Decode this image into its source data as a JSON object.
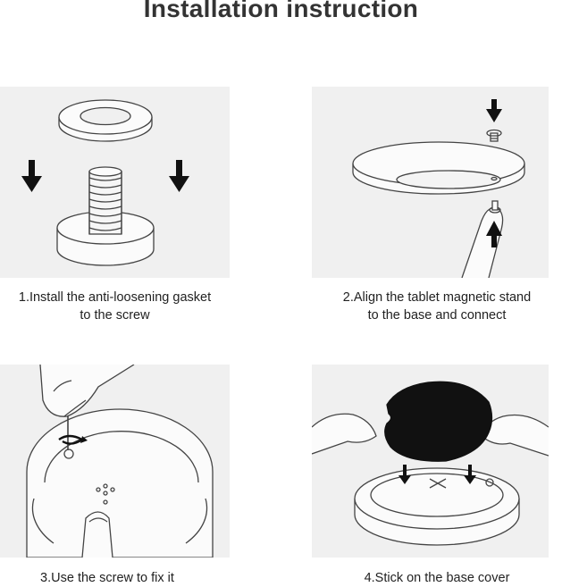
{
  "title": "Installation instruction",
  "steps": [
    {
      "line1": "1.Install the anti-loosening gasket",
      "line2": "to the screw"
    },
    {
      "line1": "2.Align the tablet magnetic stand",
      "line2": "to the base and connect"
    },
    {
      "line1": "3.Use the screw to fix it",
      "line2": ""
    },
    {
      "line1": "4.Stick on the base cover",
      "line2": ""
    }
  ]
}
